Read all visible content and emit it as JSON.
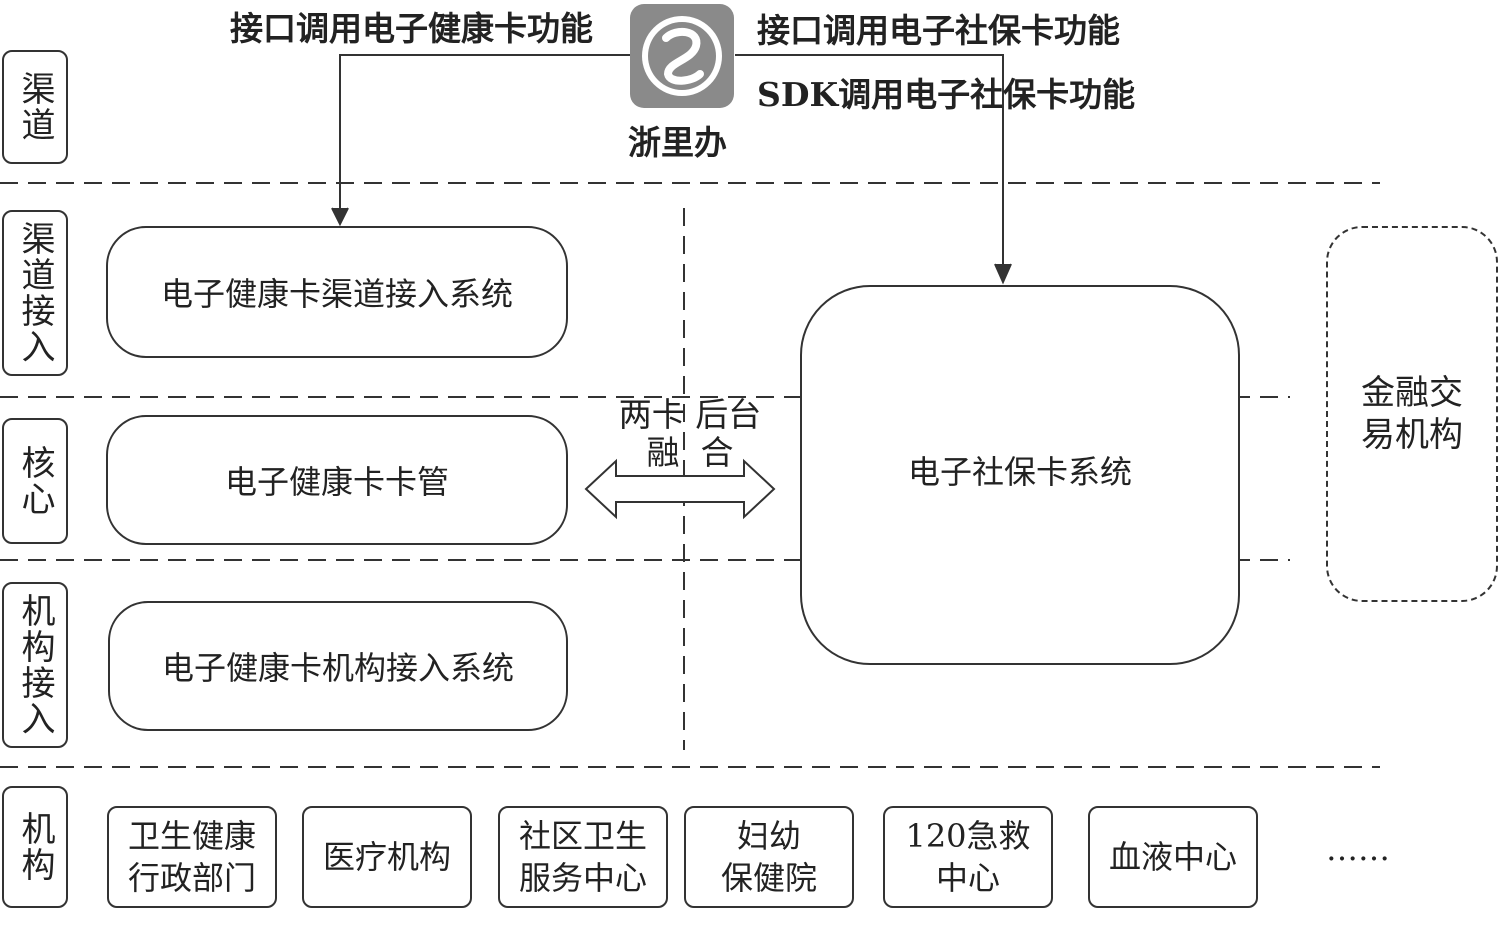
{
  "top_labels": {
    "health_interface": "接口调用电子健康卡功能",
    "social_interface": "接口调用电子社保卡功能",
    "social_sdk": "SDK调用电子社保卡功能",
    "app_name": "浙里办",
    "app_icon": "zheliban-logo-icon"
  },
  "layers": [
    {
      "label": "渠道"
    },
    {
      "label": "渠道接入"
    },
    {
      "label": "核心"
    },
    {
      "label": "机构接入"
    },
    {
      "label": "机构"
    }
  ],
  "systems": {
    "channel_access": "电子健康卡渠道接入系统",
    "card_management": "电子健康卡卡管",
    "institution_access": "电子健康卡机构接入系统",
    "social_card_system": "电子社保卡系统",
    "financial": "金融交易机构"
  },
  "fusion": {
    "line1": "两卡 后台",
    "line2": "融  合"
  },
  "institutions": [
    "卫生健康\n行政部门",
    "医疗机构",
    "社区卫生\n服务中心",
    "妇幼\n保健院",
    "120急救\n中心",
    "血液中心"
  ],
  "ellipsis": "……",
  "colors": {
    "line": "#333333",
    "icon_bg": "#8a8a8a"
  }
}
